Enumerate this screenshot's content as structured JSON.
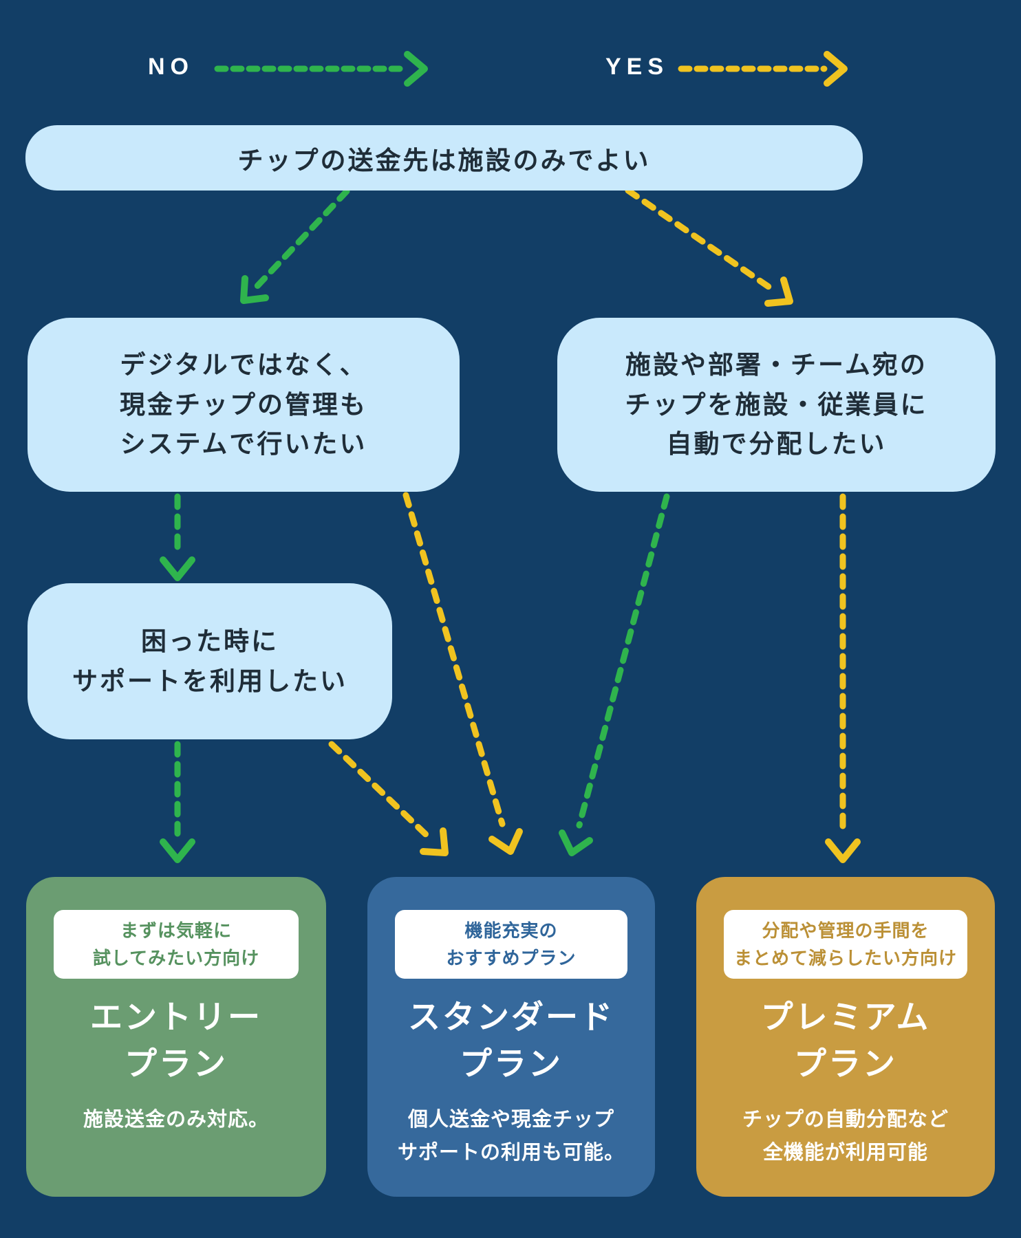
{
  "colors": {
    "bg": "#123e66",
    "bubble": "#c9e9fc",
    "ink": "#1f2d38",
    "green": "#2fb44d",
    "yellow": "#f0c320",
    "white": "#ffffff",
    "plan1_bg": "#6b9d72",
    "plan1_text": "#56925f",
    "plan2_bg": "#36699c",
    "plan2_text": "#2f659a",
    "plan3_bg": "#c99c41",
    "plan3_text": "#bb9036"
  },
  "legend": {
    "no_label": "NO",
    "yes_label": "YES"
  },
  "nodes": {
    "root": {
      "text": "チップの送金先は施設のみでよい"
    },
    "cash": {
      "lines": [
        "デジタルではなく、",
        "現金チップの管理も",
        "システムで行いたい"
      ]
    },
    "distribute": {
      "lines": [
        "施設や部署・チーム宛の",
        "チップを施設・従業員に",
        "自動で分配したい"
      ]
    },
    "support": {
      "lines": [
        "困った時に",
        "サポートを利用したい"
      ]
    }
  },
  "plans": [
    {
      "badge_lines": [
        "まずは気軽に",
        "試してみたい方向け"
      ],
      "title_lines": [
        "エントリー",
        "プラン"
      ],
      "desc_lines": [
        "施設送金のみ対応。"
      ]
    },
    {
      "badge_lines": [
        "機能充実の",
        "おすすめプラン"
      ],
      "title_lines": [
        "スタンダード",
        "プラン"
      ],
      "desc_lines": [
        "個人送金や現金チップ",
        "サポートの利用も可能。"
      ]
    },
    {
      "badge_lines": [
        "分配や管理の手間を",
        "まとめて減らしたい方向け"
      ],
      "title_lines": [
        "プレミアム",
        "プラン"
      ],
      "desc_lines": [
        "チップの自動分配など",
        "全機能が利用可能"
      ]
    }
  ],
  "edges": [
    {
      "from": "root",
      "to": "cash",
      "answer": "NO",
      "color": "#2fb44d"
    },
    {
      "from": "root",
      "to": "distribute",
      "answer": "YES",
      "color": "#f0c320"
    },
    {
      "from": "cash",
      "to": "support",
      "answer": "NO",
      "color": "#2fb44d"
    },
    {
      "from": "cash",
      "to": "plan-standard",
      "answer": "YES",
      "color": "#f0c320"
    },
    {
      "from": "support",
      "to": "plan-entry",
      "answer": "NO",
      "color": "#2fb44d"
    },
    {
      "from": "support",
      "to": "plan-standard",
      "answer": "YES",
      "color": "#f0c320"
    },
    {
      "from": "distribute",
      "to": "plan-standard",
      "answer": "NO",
      "color": "#2fb44d"
    },
    {
      "from": "distribute",
      "to": "plan-premium",
      "answer": "YES",
      "color": "#f0c320"
    }
  ]
}
